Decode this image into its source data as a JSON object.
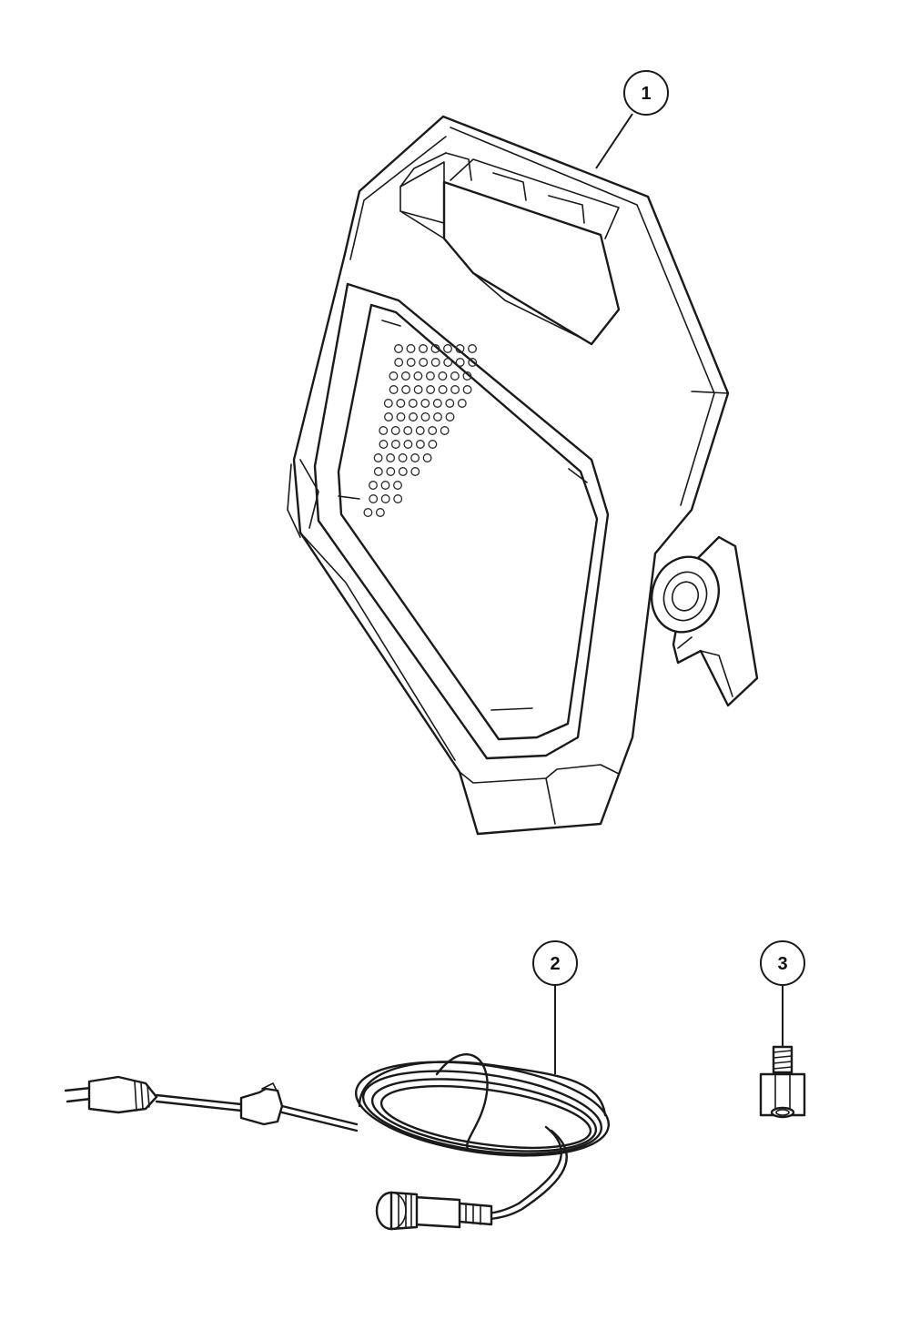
{
  "callouts": [
    {
      "id": "1",
      "label": "1"
    },
    {
      "id": "2",
      "label": "2"
    },
    {
      "id": "3",
      "label": "3"
    }
  ],
  "colors": {
    "line": "#1a1a1a",
    "background": "#ffffff"
  },
  "parts": [
    {
      "callout": "1",
      "icon": "floodlight-icon"
    },
    {
      "callout": "2",
      "icon": "power-cable-icon"
    },
    {
      "callout": "3",
      "icon": "thread-adapter-icon"
    }
  ]
}
